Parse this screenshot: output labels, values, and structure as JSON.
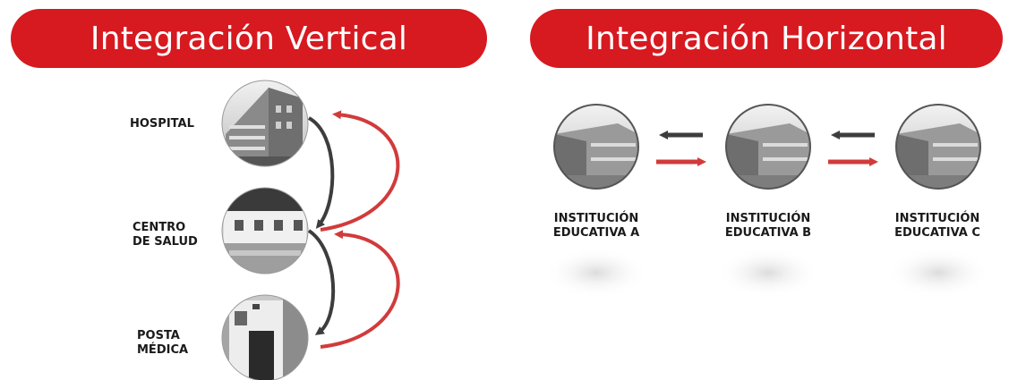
{
  "vertical": {
    "title": "Integración Vertical",
    "levels": [
      {
        "line1": "HOSPITAL",
        "line2": ""
      },
      {
        "line1": "CENTRO",
        "line2": "DE SALUD"
      },
      {
        "line1": "POSTA",
        "line2": "MÉDICA"
      }
    ]
  },
  "horizontal": {
    "title": "Integración Horizontal",
    "institutions": [
      {
        "line1": "INSTITUCIÓN",
        "line2": "EDUCATIVA A"
      },
      {
        "line1": "INSTITUCIÓN",
        "line2": "EDUCATIVA B"
      },
      {
        "line1": "INSTITUCIÓN",
        "line2": "EDUCATIVA C"
      }
    ]
  },
  "colors": {
    "accent_red": "#d71920",
    "arrow_red": "#d13b3b",
    "arrow_dark": "#3d3d3d",
    "text": "#1a1a1a"
  }
}
